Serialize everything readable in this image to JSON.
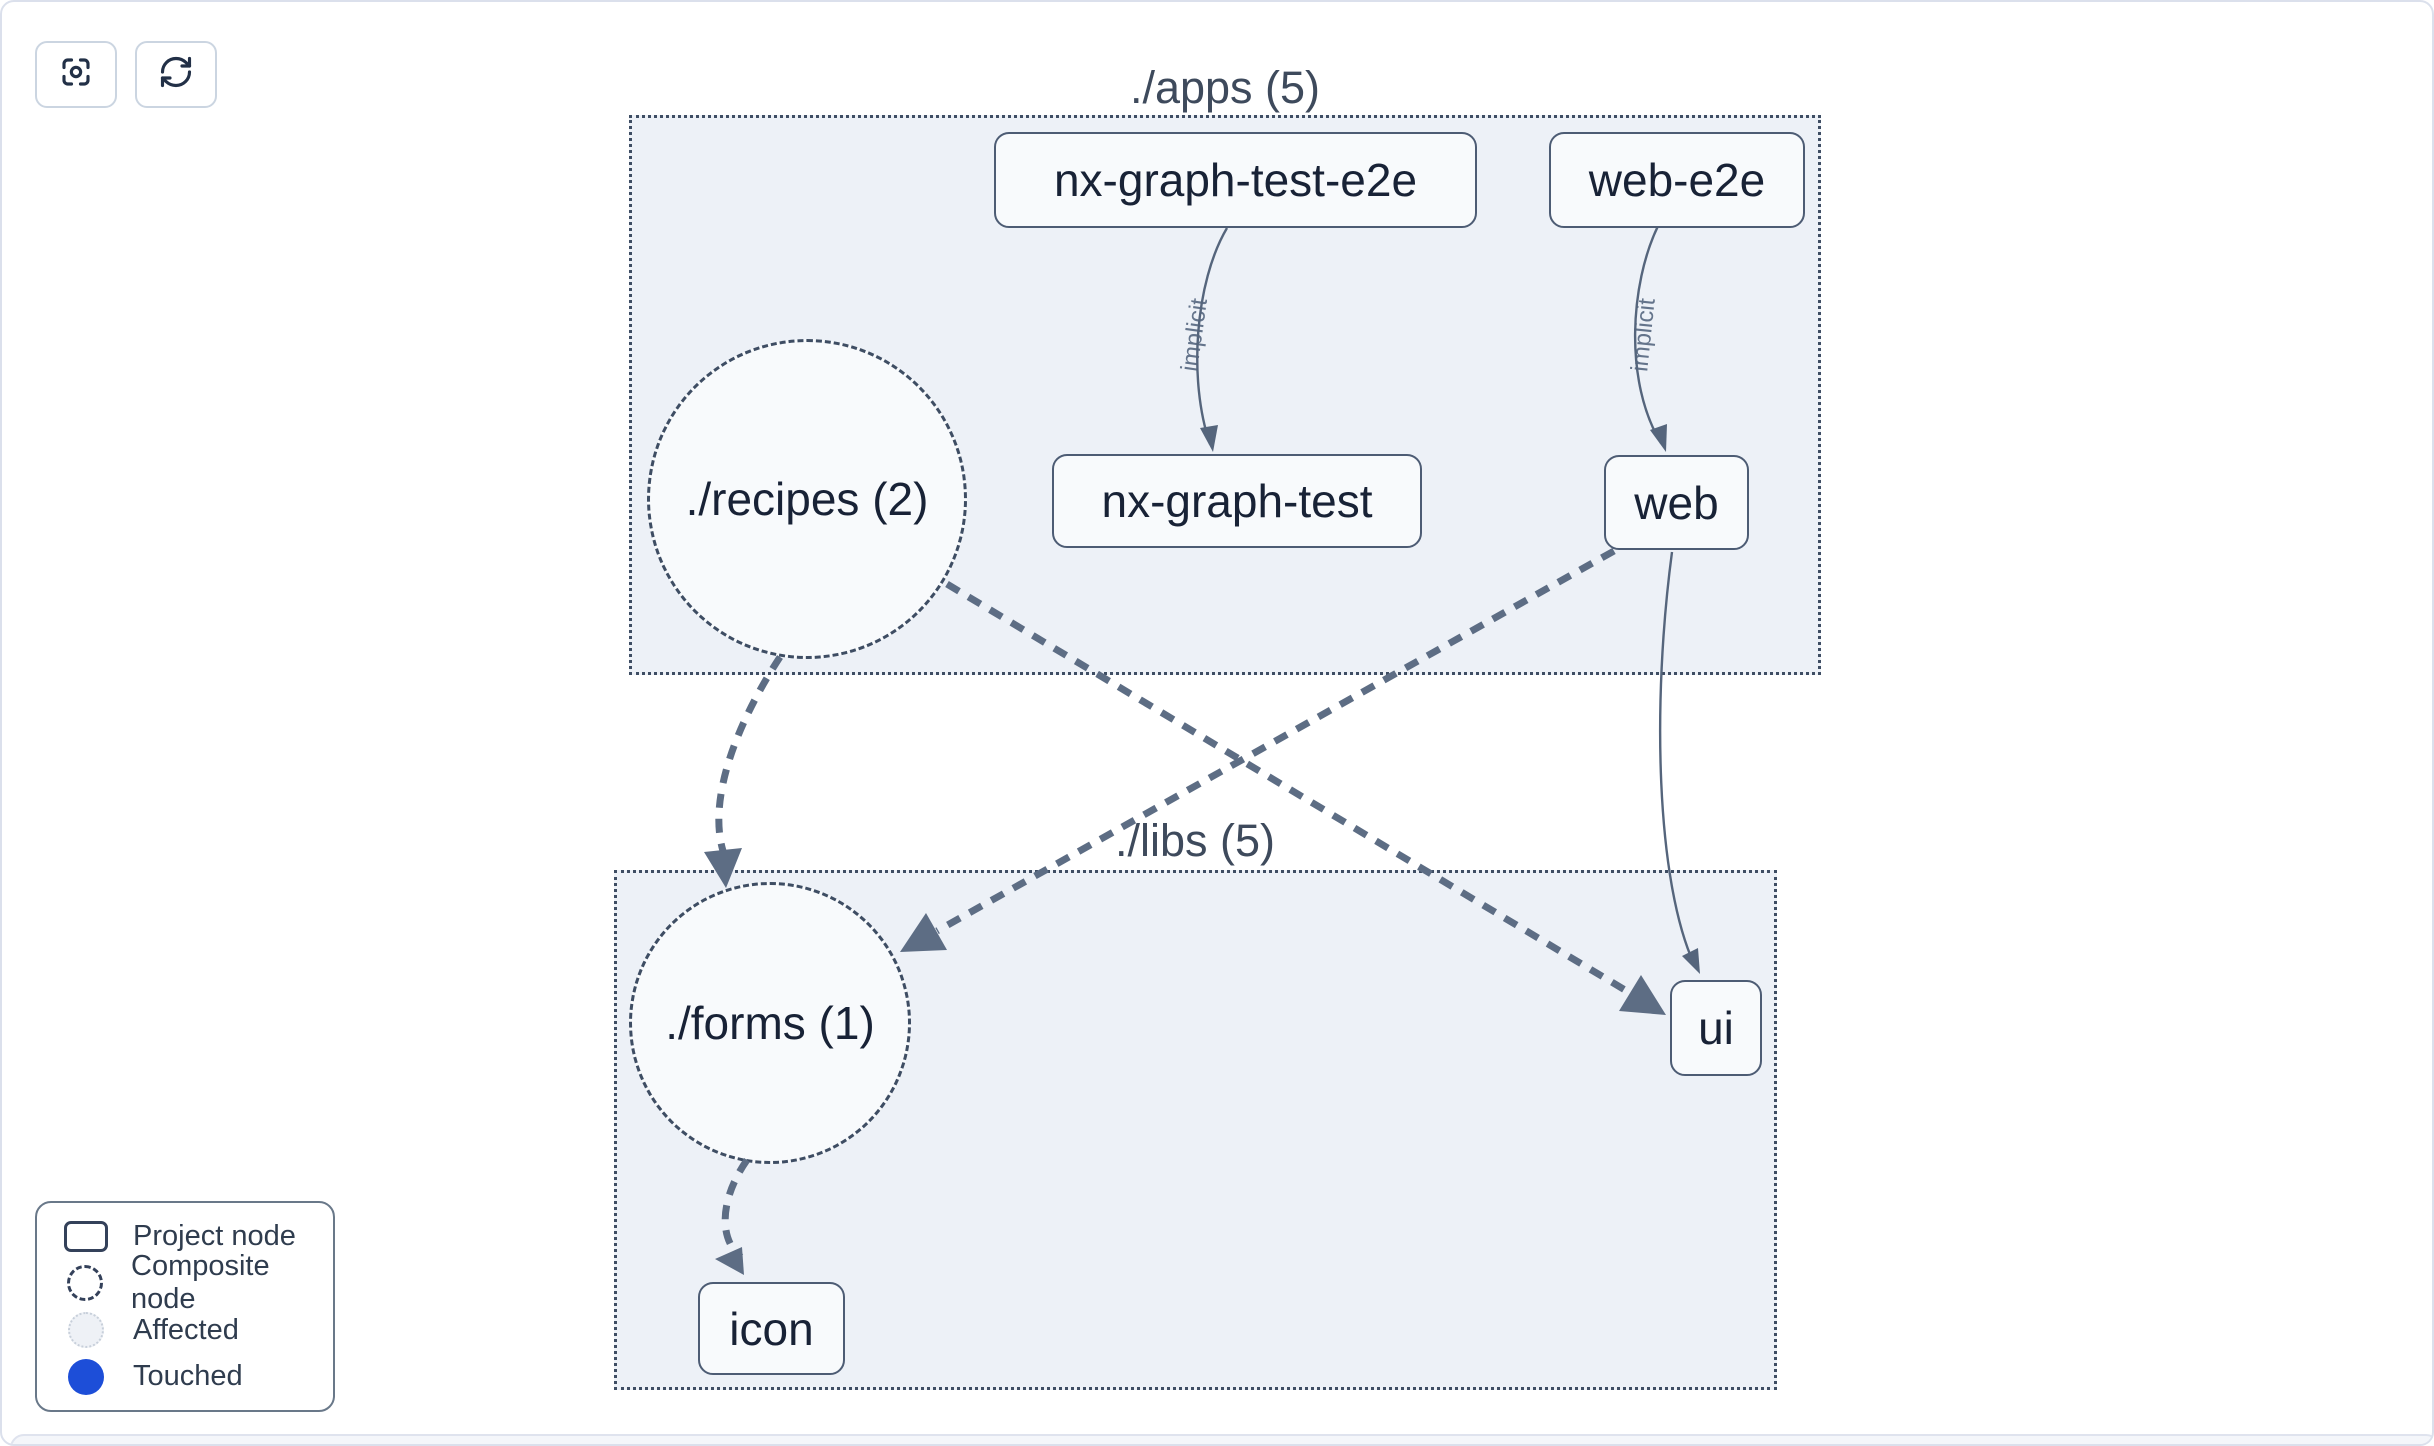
{
  "toolbar": {
    "buttons": [
      {
        "id": "center-graph",
        "icon": "focus-target-icon"
      },
      {
        "id": "refresh-graph",
        "icon": "refresh-icon"
      }
    ]
  },
  "graph": {
    "groups": [
      {
        "id": "apps",
        "label": "./apps (5)"
      },
      {
        "id": "libs",
        "label": "./libs (5)"
      }
    ],
    "composite_nodes": [
      {
        "id": "recipes",
        "label": "./recipes (2)"
      },
      {
        "id": "forms",
        "label": "./forms (1)"
      }
    ],
    "project_nodes": [
      {
        "id": "nx-graph-test-e2e",
        "label": "nx-graph-test-e2e"
      },
      {
        "id": "web-e2e",
        "label": "web-e2e"
      },
      {
        "id": "nx-graph-test",
        "label": "nx-graph-test"
      },
      {
        "id": "web",
        "label": "web"
      },
      {
        "id": "ui",
        "label": "ui"
      },
      {
        "id": "icon",
        "label": "icon"
      }
    ],
    "edges": [
      {
        "from": "nx-graph-test-e2e",
        "to": "nx-graph-test",
        "label": "implicit",
        "style": "solid-thin"
      },
      {
        "from": "web-e2e",
        "to": "web",
        "label": "implicit",
        "style": "solid-thin"
      },
      {
        "from": "web",
        "to": "ui",
        "label": "",
        "style": "solid-thin"
      },
      {
        "from": "./recipes",
        "to": "./forms",
        "label": "",
        "style": "dashed-thick"
      },
      {
        "from": "./recipes",
        "to": "ui",
        "label": "",
        "style": "dashed-thick"
      },
      {
        "from": "web",
        "to": "./forms",
        "label": "",
        "style": "dashed-thick"
      },
      {
        "from": "./forms",
        "to": "icon",
        "label": "",
        "style": "dashed-thick"
      }
    ]
  },
  "legend": {
    "items": [
      {
        "label": "Project node",
        "swatch": "project-node"
      },
      {
        "label": "Composite node",
        "swatch": "composite-node"
      },
      {
        "label": "Affected",
        "swatch": "affected"
      },
      {
        "label": "Touched",
        "swatch": "touched"
      }
    ]
  },
  "colors": {
    "group_fill": "#edf1f7",
    "group_border": "#3e4d63",
    "node_border": "#4d5c74",
    "node_text": "#182236",
    "edge": "#5d6d84",
    "edge_label": "#64748b",
    "touched_blue": "#1d4ed8"
  }
}
